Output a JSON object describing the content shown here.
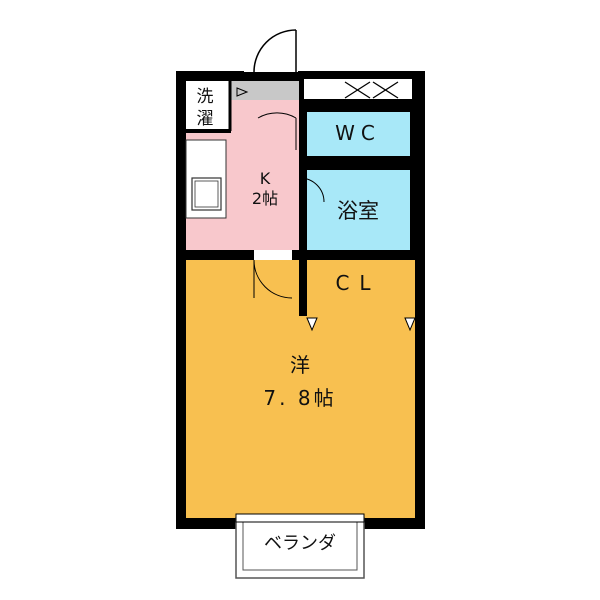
{
  "rooms": {
    "washer": {
      "line1": "洗",
      "line2": "濯"
    },
    "kitchen": {
      "line1": "K",
      "line2": "2帖"
    },
    "wc": {
      "label": "WC"
    },
    "bath": {
      "label": "浴室"
    },
    "closet": {
      "label": "CL"
    },
    "western": {
      "line1": "洋",
      "line2": "7. 8帖"
    },
    "balcony": {
      "label": "ベランダ"
    }
  },
  "colors": {
    "wall": "#000000",
    "kitchen": "#f8c8cc",
    "water": "#a8e8f8",
    "closet": "#d8d4cc",
    "western": "#f8c050",
    "entry": "#c8c8c8"
  }
}
